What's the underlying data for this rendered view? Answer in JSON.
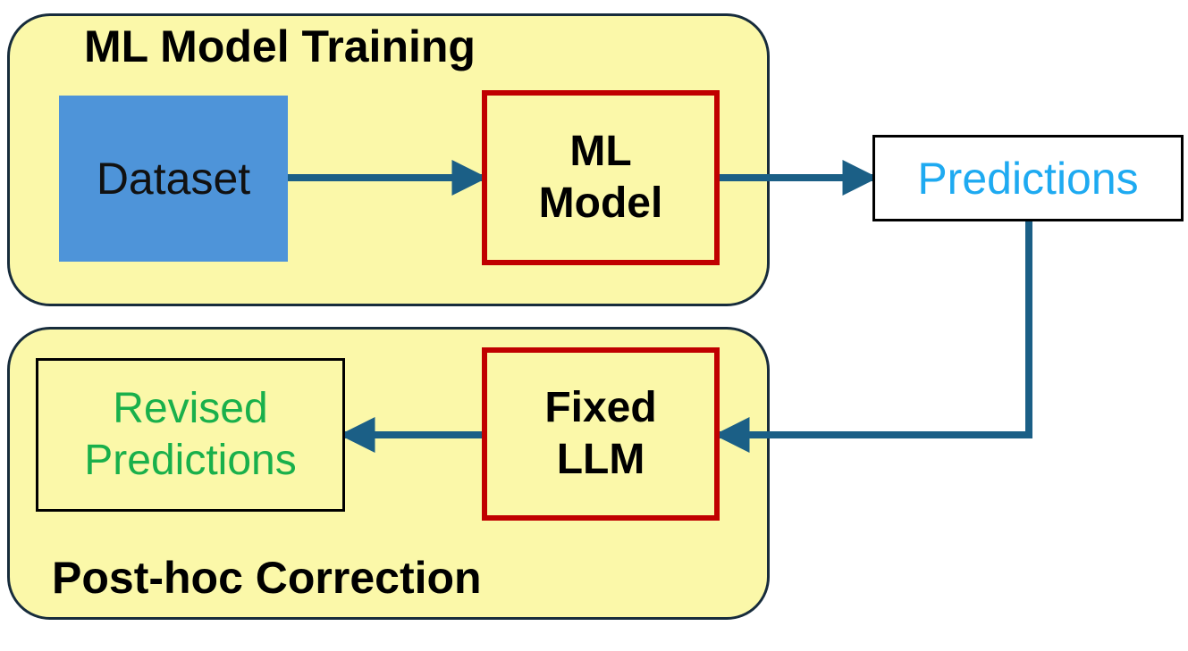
{
  "diagram": {
    "training_panel": {
      "title": "ML Model Training"
    },
    "correction_panel": {
      "title": "Post-hoc Correction"
    },
    "nodes": {
      "dataset": "Dataset",
      "ml_model": "ML\nModel",
      "predictions": "Predictions",
      "fixed_llm": "Fixed\nLLM",
      "revised_predictions": "Revised\nPredictions"
    },
    "colors": {
      "panel_fill": "#fbf8a9",
      "panel_border": "#172c3c",
      "dataset_fill": "#4e94d9",
      "model_border": "#c00000",
      "arrow": "#1b5f86",
      "predictions_text": "#1eaaf1",
      "revised_text": "#19b04b"
    },
    "edges": [
      {
        "from": "dataset",
        "to": "ml_model"
      },
      {
        "from": "ml_model",
        "to": "predictions"
      },
      {
        "from": "predictions",
        "to": "fixed_llm"
      },
      {
        "from": "fixed_llm",
        "to": "revised_predictions"
      }
    ]
  }
}
